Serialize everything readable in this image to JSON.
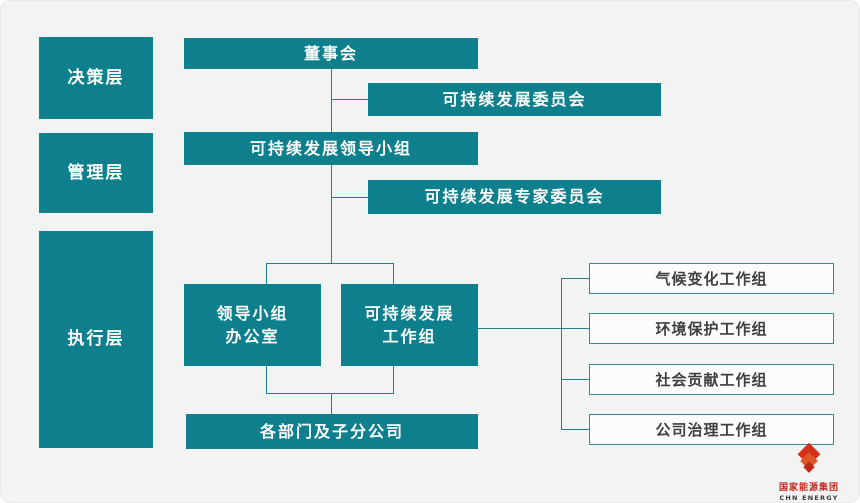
{
  "colors": {
    "box_teal": "#0e7f8d",
    "connector_teal": "#1b828f",
    "white_box_border": "#2e8e9a",
    "white_box_text": "#3e3f3f",
    "background": "#f2f3f2",
    "logo_red": "#c4261d"
  },
  "layers": [
    {
      "label": "决策层"
    },
    {
      "label": "管理层"
    },
    {
      "label": "执行层"
    }
  ],
  "nodes": {
    "board": {
      "label": "董事会"
    },
    "sd_committee": {
      "label": "可持续发展委员会"
    },
    "sd_leading_group": {
      "label": "可持续发展领导小组"
    },
    "sd_expert_committee": {
      "label": "可持续发展专家委员会"
    },
    "leading_group_office": {
      "line1": "领导小组",
      "line2": "办公室"
    },
    "sd_working_group": {
      "line1": "可持续发展",
      "line2": "工作组"
    },
    "departments": {
      "label": "各部门及子分公司"
    }
  },
  "workgroups": [
    {
      "label": "气候变化工作组"
    },
    {
      "label": "环境保护工作组"
    },
    {
      "label": "社会贡献工作组"
    },
    {
      "label": "公司治理工作组"
    }
  ],
  "logo": {
    "company": "国家能源集团",
    "subtitle": "CHN ENERGY"
  }
}
